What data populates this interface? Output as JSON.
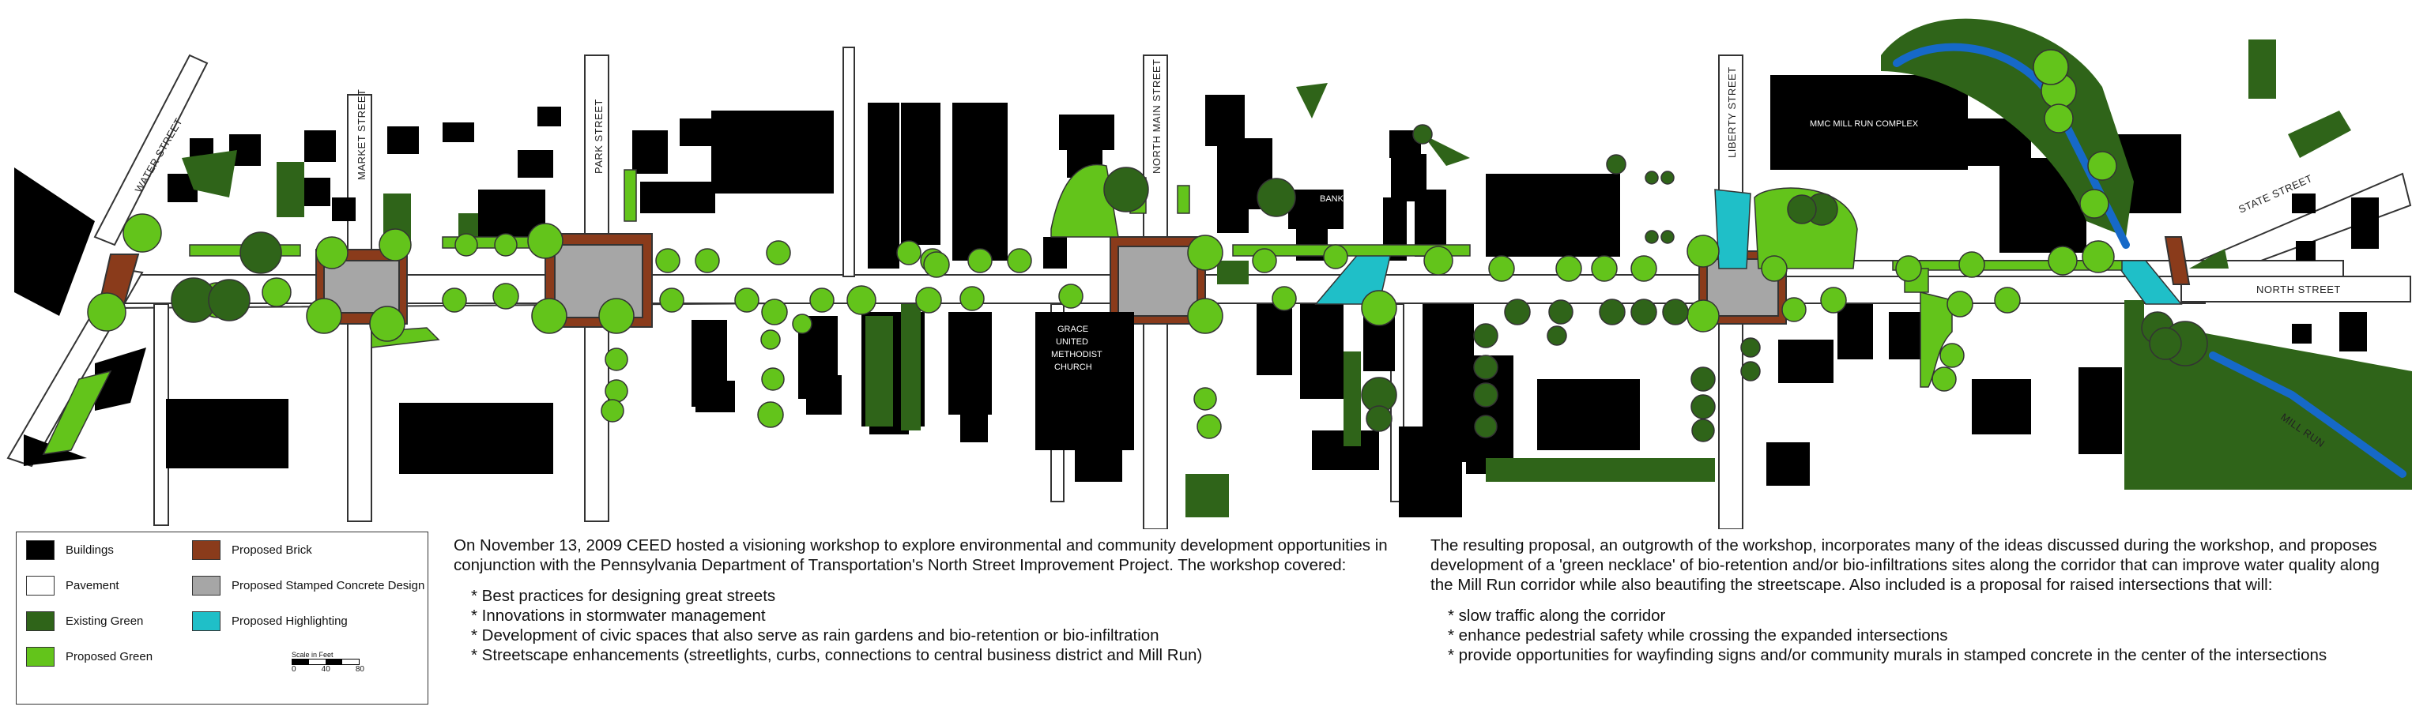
{
  "colors": {
    "building": "#000000",
    "pavement": "#ffffff",
    "existing_green": "#2f6419",
    "proposed_green": "#63c41b",
    "proposed_brick": "#8a3b1b",
    "stamped_concrete": "#a6a6a6",
    "highlighting": "#1fbfc8",
    "water": "#1669c8"
  },
  "streets": {
    "water": "WATER STREET",
    "market": "MARKET STREET",
    "park": "PARK STREET",
    "north_main": "NORTH MAIN STREET",
    "liberty": "LIBERTY STREET",
    "state": "STATE STREET",
    "north": "NORTH STREET",
    "mill_run": "MILL RUN"
  },
  "buildings": {
    "bank": "BANK",
    "church": [
      "GRACE",
      "UNITED",
      "METHODIST",
      "CHURCH"
    ],
    "mmc": "MMC MILL RUN COMPLEX"
  },
  "legend": {
    "items": [
      {
        "label": "Buildings",
        "color": "#000000"
      },
      {
        "label": "Pavement",
        "color": "#ffffff"
      },
      {
        "label": "Existing Green",
        "color": "#2f6419"
      },
      {
        "label": "Proposed Green",
        "color": "#63c41b"
      },
      {
        "label": "Proposed Brick",
        "color": "#8a3b1b"
      },
      {
        "label": "Proposed Stamped Concrete Design",
        "color": "#a6a6a6"
      },
      {
        "label": "Proposed Highlighting",
        "color": "#1fbfc8"
      }
    ],
    "scale": {
      "title": "Scale in Feet",
      "ticks": [
        "0",
        "40",
        "80"
      ]
    }
  },
  "text_left": {
    "intro": "On November 13, 2009 CEED hosted a visioning workshop to explore environmental and community development opportunities in conjunction with the Pennsylvania Department of Transportation's North Street Improvement Project. The workshop covered:",
    "bullets": [
      "* Best practices for designing great streets",
      "* Innovations in stormwater management",
      "* Development of civic spaces that also serve as rain gardens and bio-retention or bio-infiltration",
      "* Streetscape enhancements (streetlights, curbs, connections to central business district and Mill Run)"
    ]
  },
  "text_right": {
    "intro": "The resulting proposal, an outgrowth of the workshop, incorporates many of the ideas discussed during the workshop, and proposes development of a 'green necklace' of bio-retention and/or bio-infiltrations sites along the corridor that can improve water quality along the Mill Run corridor while also beautifing the streetscape. Also included is a proposal for raised intersections that will:",
    "bullets": [
      "* slow traffic along the corridor",
      "* enhance pedestrial safety while crossing the expanded intersections",
      "* provide opportunities for wayfinding signs and/or community murals in stamped concrete in the center of the intersections"
    ]
  }
}
